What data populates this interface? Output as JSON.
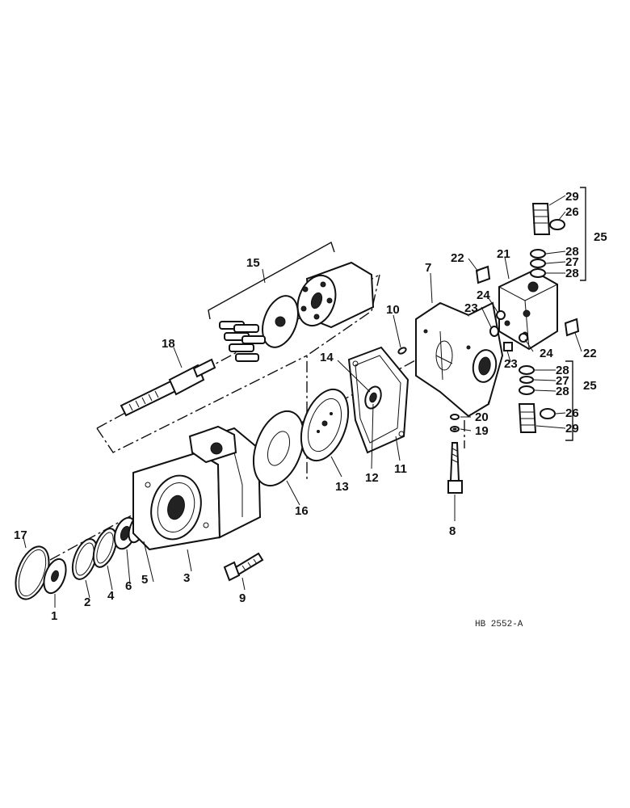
{
  "diagram": {
    "reference": "HB 2552-A",
    "callouts": [
      "1",
      "2",
      "3",
      "4",
      "5",
      "6",
      "7",
      "8",
      "9",
      "10",
      "11",
      "12",
      "13",
      "14",
      "15",
      "16",
      "17",
      "18",
      "19",
      "20",
      "21",
      "22",
      "22",
      "23",
      "23",
      "24",
      "24",
      "25",
      "25",
      "26",
      "26",
      "27",
      "27",
      "28",
      "28",
      "28",
      "28",
      "29",
      "29"
    ]
  }
}
